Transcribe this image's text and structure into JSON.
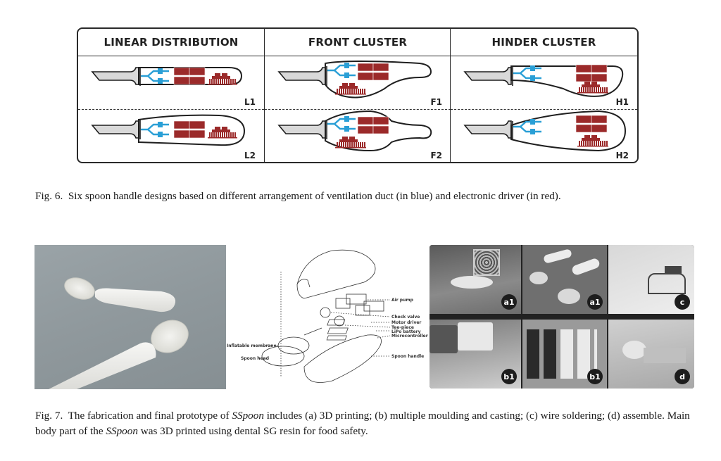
{
  "figure6": {
    "columns": [
      {
        "title": "LINEAR DISTRIBUTION",
        "designs": [
          "L1",
          "L2"
        ]
      },
      {
        "title": "FRONT CLUSTER",
        "designs": [
          "F1",
          "F2"
        ]
      },
      {
        "title": "HINDER CLUSTER",
        "designs": [
          "H1",
          "H2"
        ]
      }
    ],
    "colors": {
      "duct": "#2a9fd6",
      "driver": "#9b2a2a",
      "handle": "#d9d9d9",
      "outline": "#1f1f1f"
    },
    "caption": {
      "label": "Fig. 6.",
      "text": "Six spoon handle designs based on different arrangement of ventilation duct (in blue) and electronic driver (in red)."
    }
  },
  "figure7": {
    "exploded_labels": {
      "air_pump": "Air pump",
      "check_valve": "Check valve",
      "motor_driver": "Motor driver",
      "tee_piece": "Tee-piece",
      "lipo_battery": "LiPo battery",
      "microcontroller": "Microcontroller",
      "inflatable_membrane": "Inflatable membrane",
      "spoon_head": "Spoon head",
      "spoon_handle": "Spoon handle"
    },
    "collage_badges": [
      "a1",
      "a1",
      "c",
      "b1",
      "b1",
      "d"
    ],
    "caption": {
      "label": "Fig. 7.",
      "part1": "The fabrication and final prototype of ",
      "em1": "SSpoon",
      "part2": " includes (a) 3D printing; (b) multiple moulding and casting; (c) wire soldering; (d) assemble. Main body part of the ",
      "em2": "SSpoon",
      "part3": " was 3D printed using dental SG resin for food safety."
    }
  }
}
